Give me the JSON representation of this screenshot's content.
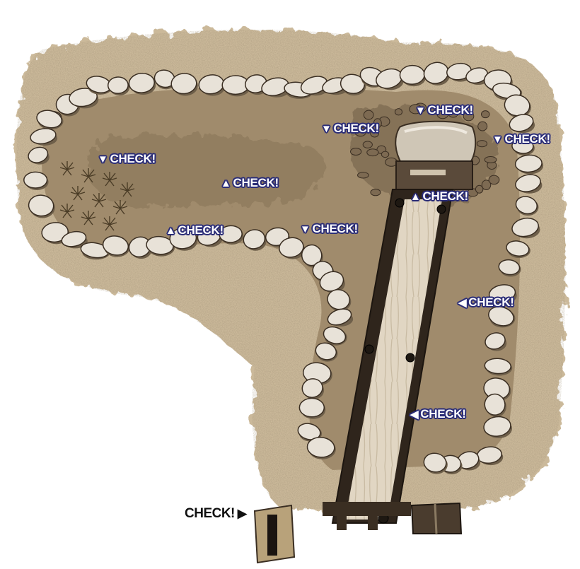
{
  "map": {
    "markers": [
      {
        "id": "m1",
        "arrow": "▼",
        "label": "CHECK!"
      },
      {
        "id": "m2",
        "arrow": "▼",
        "label": "CHECK!"
      },
      {
        "id": "m3",
        "arrow": "▼",
        "label": "CHECK!"
      },
      {
        "id": "m4",
        "arrow": "▼",
        "label": "CHECK!"
      },
      {
        "id": "m5",
        "arrow": "▲",
        "label": "CHECK!"
      },
      {
        "id": "m6",
        "arrow": "▲",
        "label": "CHECK!"
      },
      {
        "id": "m7",
        "arrow": "▲",
        "label": "CHECK!"
      },
      {
        "id": "m8",
        "arrow": "▼",
        "label": "CHECK!"
      },
      {
        "id": "m9",
        "arrow": "◀",
        "label": "CHECK!"
      },
      {
        "id": "m10",
        "arrow": "◀",
        "label": "CHECK!"
      }
    ],
    "entrance_marker": {
      "label": "CHECK!",
      "arrow": "▶"
    }
  },
  "colors": {
    "ground": "#a08b6c",
    "border_dirt": "#c8b596",
    "rock": "#e6e0d6",
    "rock_shadow": "#8a7a62",
    "grass": "#5a4a30",
    "wood": "#d8cdb8",
    "rail": "#3a2e22",
    "label_outline": "#2a2c77"
  }
}
